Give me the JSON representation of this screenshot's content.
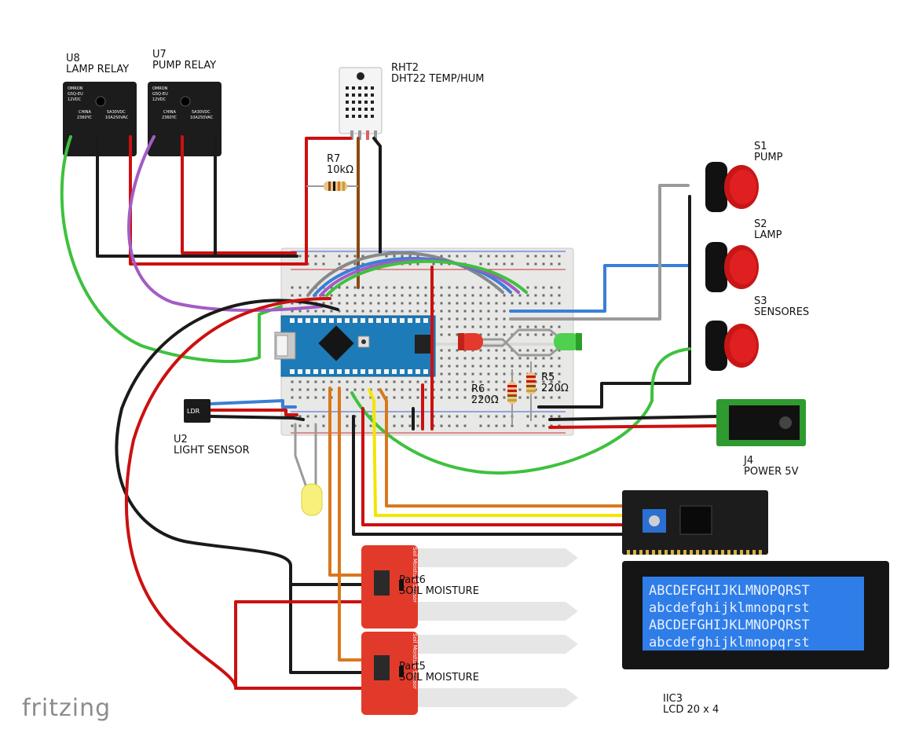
{
  "labels": {
    "u8": {
      "ref": "U8",
      "name": "LAMP RELAY"
    },
    "u7": {
      "ref": "U7",
      "name": "PUMP RELAY"
    },
    "rht2": {
      "ref": "RHT2",
      "name": "DHT22 TEMP/HUM"
    },
    "r7": {
      "ref": "R7",
      "name": "10kΩ"
    },
    "s1": {
      "ref": "S1",
      "name": "PUMP"
    },
    "s2": {
      "ref": "S2",
      "name": "LAMP"
    },
    "s3": {
      "ref": "S3",
      "name": "SENSORES"
    },
    "r6": {
      "ref": "R6",
      "name": "220Ω"
    },
    "r5": {
      "ref": "R5",
      "name": "220Ω"
    },
    "u2": {
      "ref": "U2",
      "name": "LIGHT SENSOR"
    },
    "j4": {
      "ref": "J4",
      "name": "POWER 5V"
    },
    "part6": {
      "ref": "Part6",
      "name": "SOIL MOISTURE"
    },
    "part5": {
      "ref": "Part5",
      "name": "SOIL MOISTURE"
    },
    "iic3": {
      "ref": "IIC3",
      "name": "LCD 20 x 4"
    }
  },
  "relay_print": {
    "brand": "OMRON",
    "model": "G5Q-EU",
    "voltage": "12VDC",
    "origin": "CHINA",
    "lot": "2360YC",
    "rating1": "5A30VDC",
    "rating2": "10A250VAC"
  },
  "ldr_text": "LDR",
  "soil_sensor_text": "Soil Moisture Sensor",
  "lcd_lines": [
    "ABCDEFGHIJKLMNOPQRST",
    "abcdefghijklmnopqrst",
    "ABCDEFGHIJKLMNOPQRST",
    "abcdefghijklmnopqrst"
  ],
  "brand": "fritzing",
  "colors": {
    "wire_red": "#cc1010",
    "wire_black": "#1a1a1a",
    "wire_green": "#3ec13e",
    "wire_purple": "#a35cc4",
    "wire_blue": "#3a7fd6",
    "wire_gray": "#9a9a9a",
    "wire_orange": "#d8781e",
    "wire_yellow": "#f2e600",
    "wire_brown": "#8a4a14",
    "arduino_blue": "#1d7bb8",
    "lcd_blue": "#2f7de8",
    "button_red": "#c81616",
    "soil_red": "#e23a2a"
  }
}
